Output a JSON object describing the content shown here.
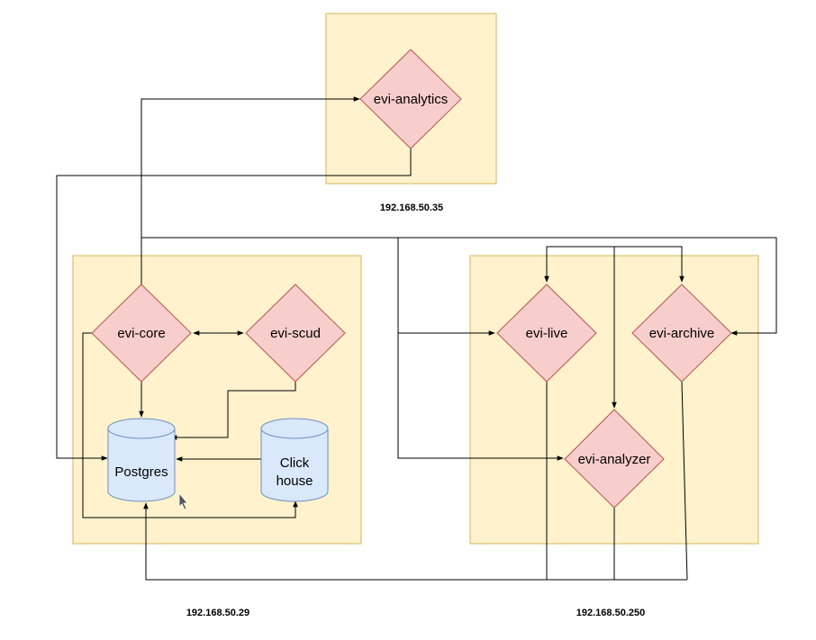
{
  "hosts": [
    {
      "id": "analytics-host",
      "ip": "192.168.50.35"
    },
    {
      "id": "core-host",
      "ip": "192.168.50.29"
    },
    {
      "id": "video-host",
      "ip": "192.168.50.250"
    }
  ],
  "services": {
    "evi_analytics": "evi-analytics",
    "evi_core": "evi-core",
    "evi_scud": "evi-scud",
    "evi_live": "evi-live",
    "evi_archive": "evi-archive",
    "evi_analyzer": "evi-analyzer"
  },
  "databases": {
    "postgres": [
      "Postgres"
    ],
    "clickhouse": [
      "Click",
      "house"
    ]
  },
  "colors": {
    "host_fill": "#fff2cc",
    "host_stroke": "#d6b656",
    "service_fill": "#f8cecc",
    "service_stroke": "#b85450",
    "db_fill": "#dae8fc",
    "db_stroke": "#6c8ebf",
    "edge": "#000000"
  },
  "connections": [
    {
      "from": "evi-core",
      "to": "evi-analytics"
    },
    {
      "from": "evi-analytics",
      "to": "Postgres"
    },
    {
      "from": "evi-core",
      "to": "evi-scud",
      "bidirectional": true
    },
    {
      "from": "evi-core",
      "to": "Postgres"
    },
    {
      "from": "evi-scud",
      "to": "Postgres"
    },
    {
      "from": "Click house",
      "to": "Postgres"
    },
    {
      "from": "evi-core",
      "to": "Click house"
    },
    {
      "from": "evi-core",
      "to": "evi-live"
    },
    {
      "from": "evi-core",
      "to": "evi-analyzer"
    },
    {
      "from": "evi-core",
      "to": "evi-archive"
    },
    {
      "from": "evi-analyzer",
      "to": "evi-live"
    },
    {
      "from": "evi-analyzer",
      "to": "evi-archive"
    },
    {
      "from": "evi-live",
      "to": "Postgres"
    },
    {
      "from": "evi-archive",
      "to": "Postgres"
    },
    {
      "from": "evi-analyzer",
      "to": "Postgres"
    }
  ]
}
